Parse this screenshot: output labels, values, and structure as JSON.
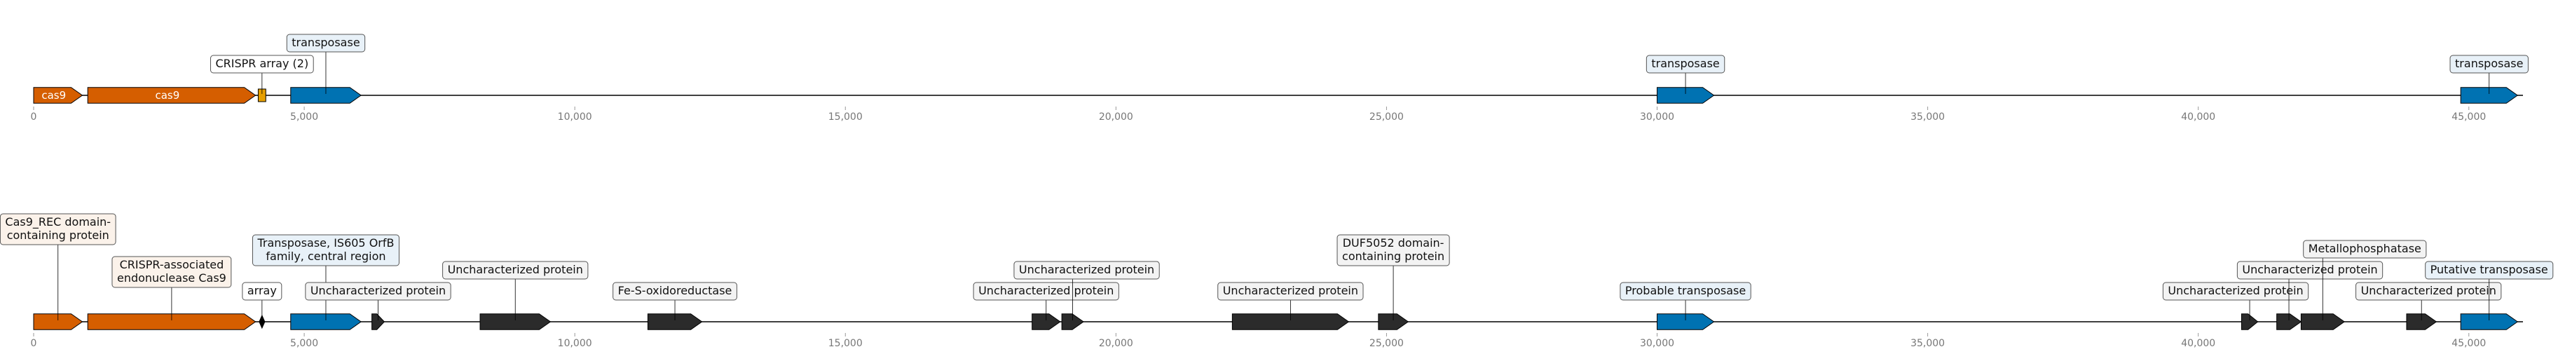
{
  "axis": {
    "min": 0,
    "max": 46000,
    "ticks": [
      0,
      5000,
      10000,
      15000,
      20000,
      25000,
      30000,
      35000,
      40000,
      45000
    ],
    "tick_labels": [
      "0",
      "5,000",
      "10,000",
      "15,000",
      "20,000",
      "25,000",
      "30,000",
      "35,000",
      "40,000",
      "45,000"
    ]
  },
  "colors": {
    "cas": "#d55e00",
    "crispr_array": "#e69f00",
    "transposase": "#0072b2",
    "other": "#2b2b2b",
    "cas_label_bg": "#fbf2ea",
    "array_label_bg": "#fdf5e5",
    "transposase_label_bg": "#e8f1f8",
    "other_label_bg": "#f3f3f3"
  },
  "tracks": [
    {
      "features": [
        {
          "start": 0,
          "end": 900,
          "strand": 1,
          "kind": "cas",
          "inner": "cas9"
        },
        {
          "start": 1000,
          "end": 4100,
          "strand": 1,
          "kind": "cas",
          "inner": "cas9"
        },
        {
          "start": 4150,
          "end": 4290,
          "strand": 0,
          "kind": "crispr_array",
          "label": "CRISPR array (2)"
        },
        {
          "start": 4750,
          "end": 6050,
          "strand": 1,
          "kind": "transposase",
          "label": "transposase"
        },
        {
          "start": 30000,
          "end": 31050,
          "strand": 1,
          "kind": "transposase",
          "label": "transposase"
        },
        {
          "start": 44850,
          "end": 45900,
          "strand": 1,
          "kind": "transposase",
          "label": "transposase"
        }
      ]
    },
    {
      "features": [
        {
          "start": 0,
          "end": 900,
          "strand": 1,
          "kind": "cas",
          "label": "Cas9_REC domain-\ncontaining protein"
        },
        {
          "start": 1000,
          "end": 4100,
          "strand": 1,
          "kind": "cas",
          "label": "CRISPR-associated\nendonuclease Cas9"
        },
        {
          "start": 4150,
          "end": 4290,
          "strand": 0,
          "kind": "crispr_array",
          "label": "array"
        },
        {
          "start": 4750,
          "end": 6050,
          "strand": 1,
          "kind": "transposase",
          "label": "Transposase, IS605 OrfB\nfamily, central region"
        },
        {
          "start": 6250,
          "end": 6480,
          "strand": 1,
          "kind": "other",
          "label": "Uncharacterized protein"
        },
        {
          "start": 8250,
          "end": 9550,
          "strand": 1,
          "kind": "other",
          "label": "Uncharacterized protein"
        },
        {
          "start": 11350,
          "end": 12350,
          "strand": 1,
          "kind": "other",
          "label": "Fe-S-oxidoreductase"
        },
        {
          "start": 18450,
          "end": 18970,
          "strand": 1,
          "kind": "other",
          "label": "Uncharacterized protein"
        },
        {
          "start": 19000,
          "end": 19400,
          "strand": 1,
          "kind": "other",
          "label": "Uncharacterized protein"
        },
        {
          "start": 22150,
          "end": 24300,
          "strand": 1,
          "kind": "other",
          "label": "Uncharacterized protein"
        },
        {
          "start": 24850,
          "end": 25400,
          "strand": 1,
          "kind": "other",
          "label": "DUF5052 domain-\ncontaining protein"
        },
        {
          "start": 30000,
          "end": 31050,
          "strand": 1,
          "kind": "transposase",
          "label": "Probable transposase"
        },
        {
          "start": 40800,
          "end": 41100,
          "strand": 1,
          "kind": "other",
          "label": "Uncharacterized protein"
        },
        {
          "start": 41450,
          "end": 41900,
          "strand": 1,
          "kind": "other",
          "label": "Uncharacterized protein"
        },
        {
          "start": 41900,
          "end": 42700,
          "strand": 1,
          "kind": "other",
          "label": "Metallophosphatase"
        },
        {
          "start": 43850,
          "end": 44400,
          "strand": 1,
          "kind": "other",
          "label": "Uncharacterized protein"
        },
        {
          "start": 44850,
          "end": 45900,
          "strand": 1,
          "kind": "transposase",
          "label": "Putative transposase"
        }
      ]
    }
  ]
}
